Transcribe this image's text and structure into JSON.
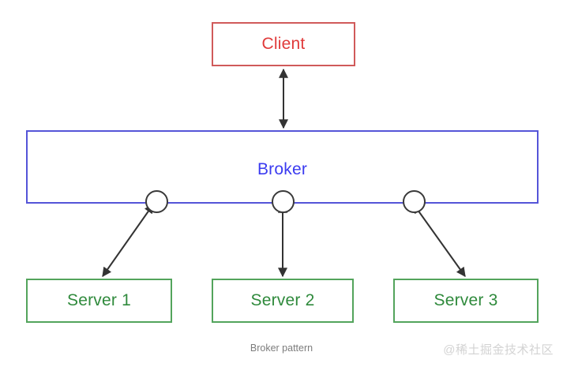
{
  "diagram": {
    "caption": "Broker pattern",
    "watermark": "@稀土掘金技术社区",
    "colors": {
      "client_border": "#d05a5a",
      "client_text": "#e03a3a",
      "broker_border": "#5555d8",
      "broker_text": "#3b3bf0",
      "server_border": "#53a45c",
      "server_text": "#2f8a3c",
      "connector": "#333333",
      "port_stroke": "#3a3a3a",
      "caption_text": "#7c7c7c",
      "watermark_text": "#d3d3d3",
      "background": "#ffffff"
    },
    "nodes": {
      "client": {
        "label": "Client"
      },
      "broker": {
        "label": "Broker"
      },
      "servers": [
        {
          "label": "Server 1"
        },
        {
          "label": "Server 2"
        },
        {
          "label": "Server 3"
        }
      ]
    },
    "ports": [
      {
        "name": "broker-port-1"
      },
      {
        "name": "broker-port-2"
      },
      {
        "name": "broker-port-3"
      }
    ],
    "connections": [
      {
        "from": "Client",
        "to": "Broker",
        "arrow": "double"
      },
      {
        "from": "Broker",
        "to": "Broker port 3",
        "arrow": "double"
      },
      {
        "from": "Server 1",
        "to": "Broker port 1",
        "arrow": "double"
      },
      {
        "from": "Server 2",
        "to": "Broker port 2",
        "arrow": "double"
      },
      {
        "from": "Broker port 3",
        "to": "Server 3",
        "arrow": "double"
      }
    ]
  }
}
